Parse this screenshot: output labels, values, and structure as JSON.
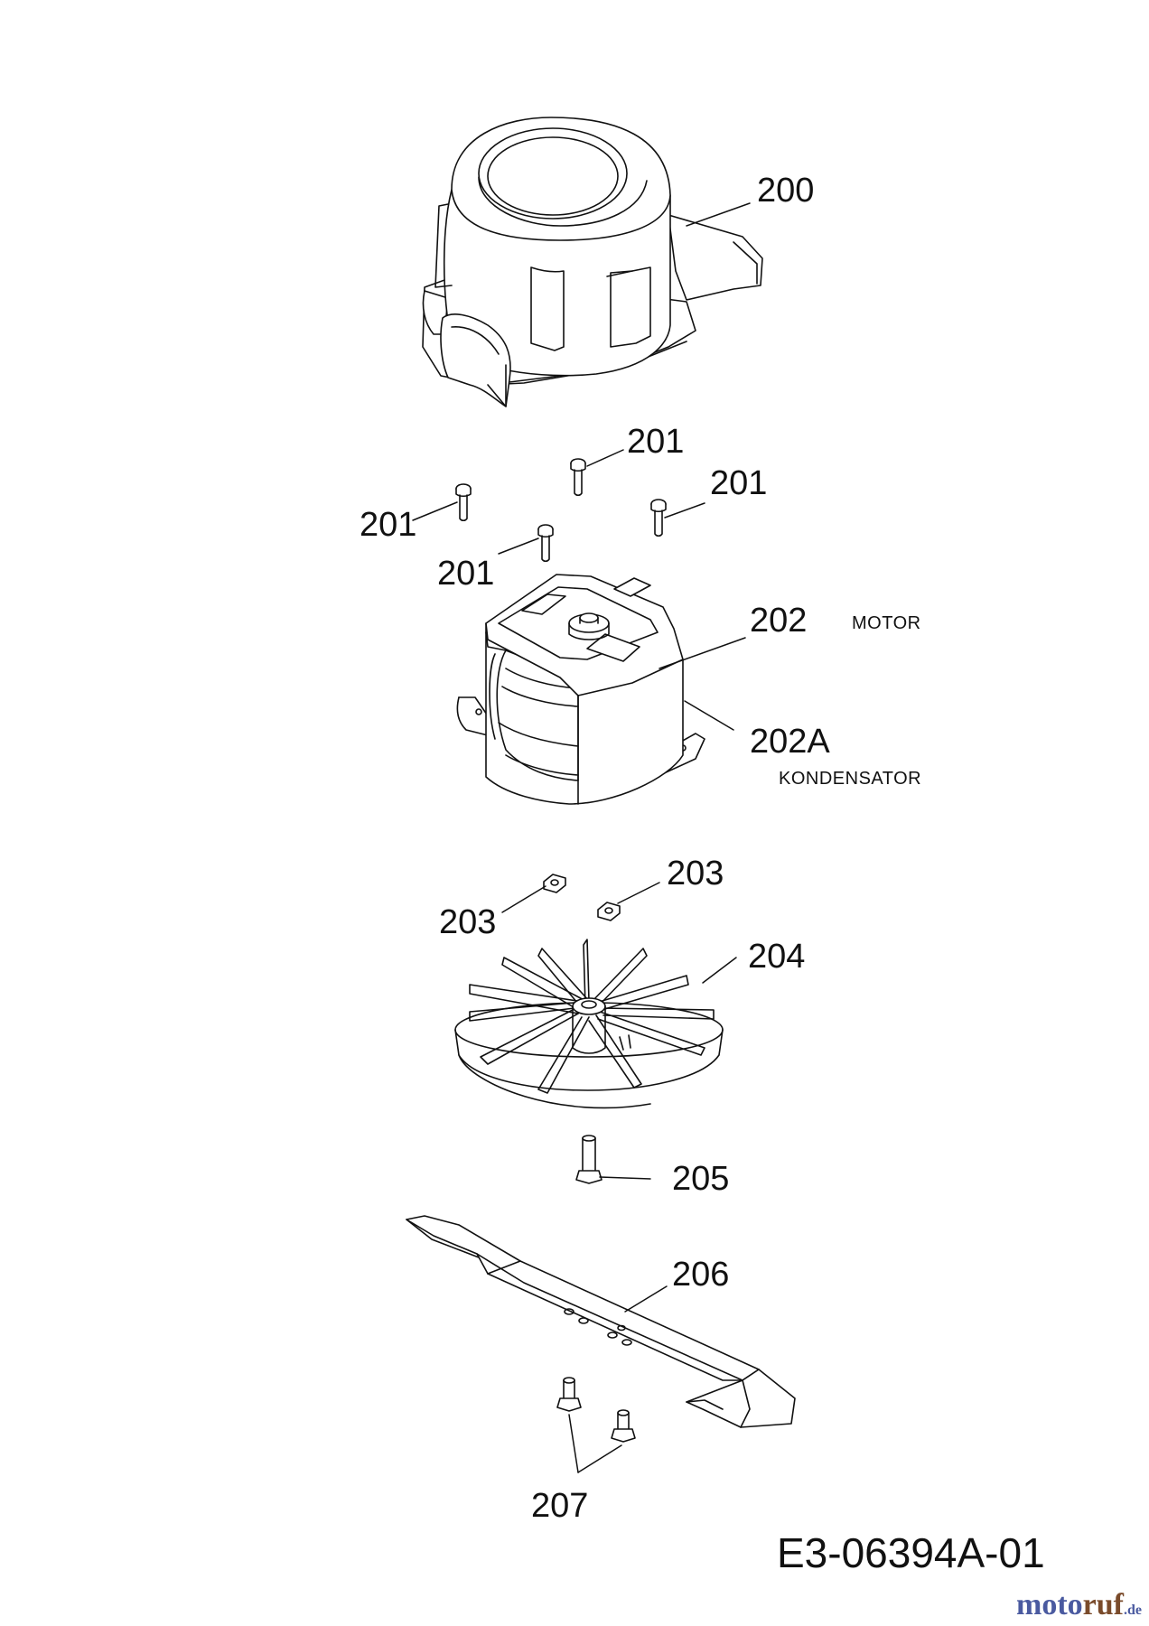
{
  "parts": {
    "p200": "200",
    "p201_a": "201",
    "p201_b": "201",
    "p201_c": "201",
    "p201_d": "201",
    "p202": "202",
    "p202_note": "MOTOR",
    "p202A": "202A",
    "p202A_note": "KONDENSATOR",
    "p203_a": "203",
    "p203_b": "203",
    "p204": "204",
    "p205": "205",
    "p206": "206",
    "p207": "207"
  },
  "document_code": "E3-06394A-01",
  "brand": {
    "name_a": "moto",
    "name_b": "ruf",
    "suffix": ".de"
  },
  "colors": {
    "line": "#111111",
    "brand_blue": "#4a5aa0",
    "brand_brown": "#7a4b2b"
  }
}
